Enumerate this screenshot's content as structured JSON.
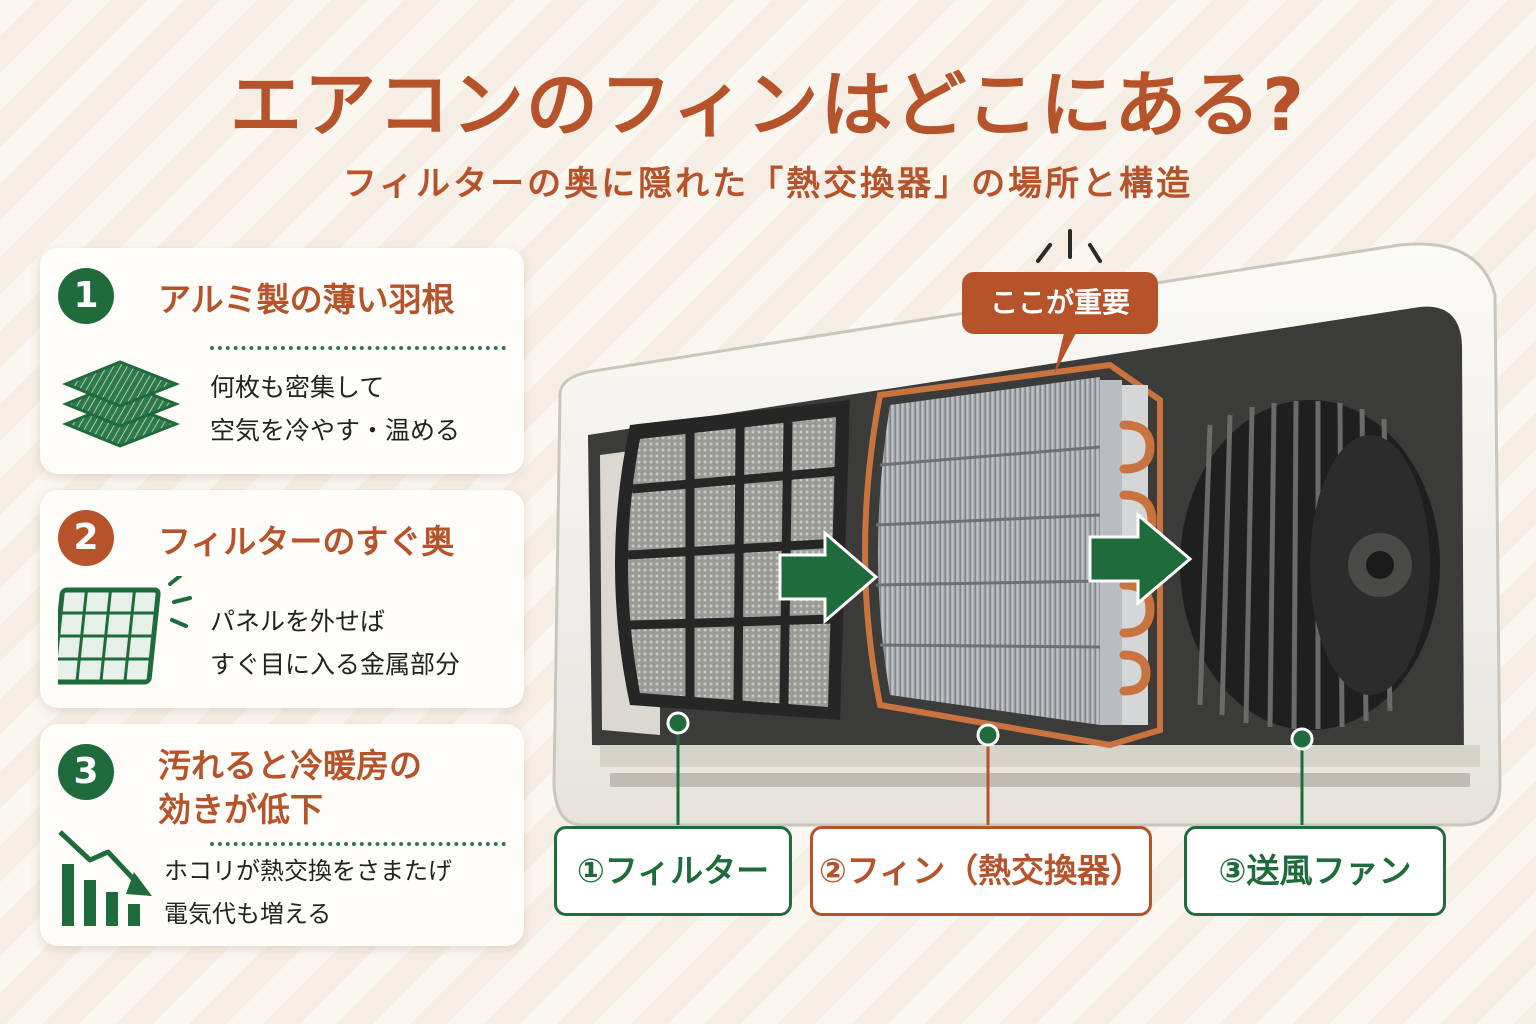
{
  "title": "エアコンのフィンはどこにある?",
  "subtitle": "フィルターの奥に隠れた「熱交換器」の場所と構造",
  "cards": [
    {
      "num": "1",
      "title": "アルミ製の薄い羽根",
      "body1": "何枚も密集して",
      "body2": "空気を冷やす・温める",
      "icon": "stacked-fins-icon",
      "color": "#1f6b3c"
    },
    {
      "num": "2",
      "title": "フィルターのすぐ奥",
      "body1": "パネルを外せば",
      "body2": "すぐ目に入る金属部分",
      "icon": "filter-panel-icon",
      "color": "#b7532a"
    },
    {
      "num": "3",
      "title1": "汚れると冷暖房の",
      "title2": "効きが低下",
      "body1": "ホコリが熱交換をさまたげ",
      "body2": "電気代も増える",
      "icon": "declining-chart-icon",
      "color": "#1f6b3c"
    }
  ],
  "callout": "ここが重要",
  "labels": {
    "filter": "①フィルター",
    "fin": "②フィン（熱交換器）",
    "fan": "③送風ファン"
  },
  "colors": {
    "green": "#1f6b3c",
    "rust": "#b7532a",
    "copper": "#c9743f"
  }
}
